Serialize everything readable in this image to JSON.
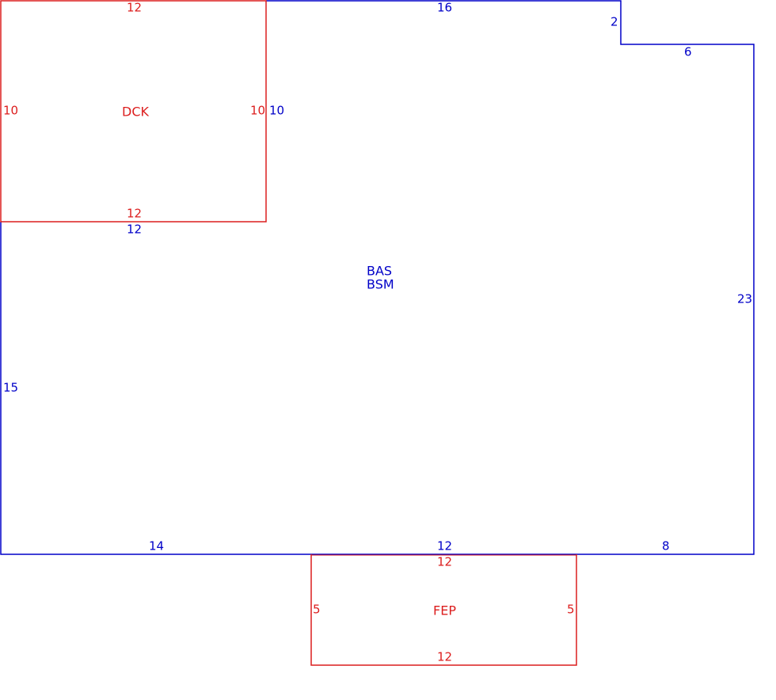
{
  "colors": {
    "main": "#0000c8",
    "addition": "#dc1e1e",
    "background": "#ffffff"
  },
  "areas": {
    "bas": {
      "code": "BAS",
      "code2": "BSM"
    },
    "dck": {
      "code": "DCK"
    },
    "fep": {
      "code": "FEP"
    }
  },
  "dims": {
    "bas_top": "16",
    "bas_notch_drop": "2",
    "bas_notch_run": "6",
    "bas_right": "23",
    "bas_bottom_left": "14",
    "bas_bottom_mid": "12",
    "bas_bottom_right": "8",
    "bas_left": "15",
    "bas_under_deck": "12",
    "bas_beside_deck": "10",
    "dck_top": "12",
    "dck_left": "10",
    "dck_right": "10",
    "dck_bottom": "12",
    "fep_top": "12",
    "fep_left": "5",
    "fep_right": "5",
    "fep_bottom": "12"
  }
}
